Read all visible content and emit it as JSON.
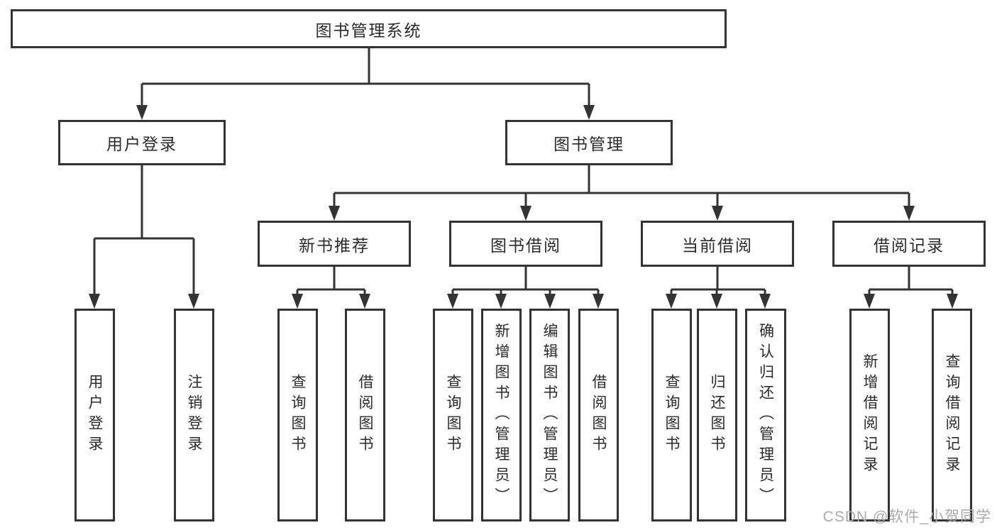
{
  "diagram": {
    "root": {
      "label": "图书管理系统"
    },
    "branches": [
      {
        "label": "用户登录",
        "children": [
          {
            "label": "用户登录"
          },
          {
            "label": "注销登录"
          }
        ]
      },
      {
        "label": "图书管理",
        "children": [
          {
            "label": "新书推荐",
            "children": [
              {
                "label": "查询图书"
              },
              {
                "label": "借阅图书"
              }
            ]
          },
          {
            "label": "图书借阅",
            "children": [
              {
                "label": "查询图书"
              },
              {
                "label": "新增图书（管理员）"
              },
              {
                "label": "编辑图书（管理员）"
              },
              {
                "label": "借阅图书"
              }
            ]
          },
          {
            "label": "当前借阅",
            "children": [
              {
                "label": "查询图书"
              },
              {
                "label": "归还图书"
              },
              {
                "label": "确认归还（管理员）"
              }
            ]
          },
          {
            "label": "借阅记录",
            "children": [
              {
                "label": "新增借阅记录"
              },
              {
                "label": "查询借阅记录"
              }
            ]
          }
        ]
      }
    ]
  },
  "watermark": {
    "text": "CSDN @软件_小贺同学"
  },
  "colors": {
    "line": "#333333",
    "box_background": "#ffffff",
    "text": "#2b2b2b",
    "watermark": "#ababab"
  }
}
